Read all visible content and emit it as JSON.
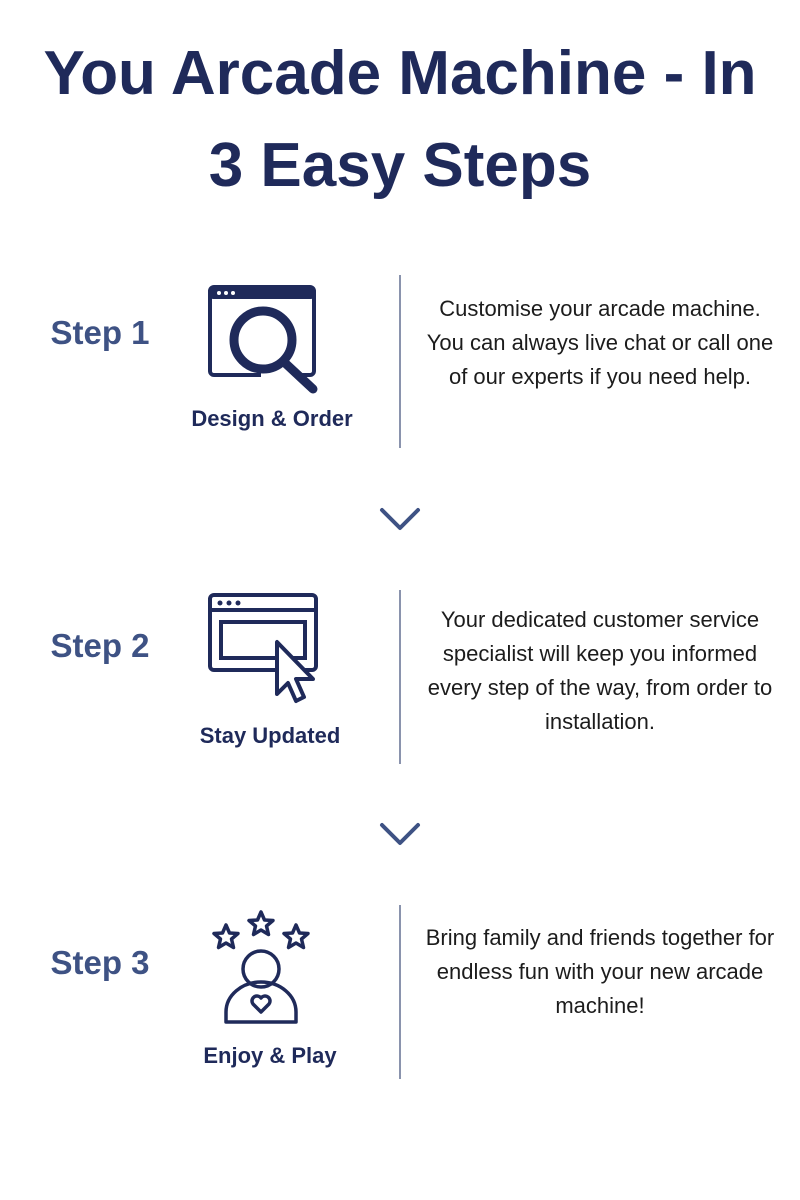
{
  "title": {
    "line1": "You Arcade Machine - In",
    "line2": "3 Easy Steps"
  },
  "colors": {
    "navy": "#1f2a5a",
    "step_blue": "#3e5284",
    "divider": "#8a93ad",
    "body_text": "#1c1c1c"
  },
  "steps": [
    {
      "label": "Step 1",
      "icon": "browser-search-icon",
      "caption": "Design & Order",
      "description": "Customise your arcade machine. You can always live chat or call one of our experts if you need help."
    },
    {
      "label": "Step 2",
      "icon": "browser-cursor-icon",
      "caption": "Stay Updated",
      "description": "Your dedicated customer service specialist will keep you informed every step of the way, from order to installation."
    },
    {
      "label": "Step 3",
      "icon": "user-stars-heart-icon",
      "caption": "Enjoy & Play",
      "description": "Bring family and friends together for endless fun with your new arcade machine!"
    }
  ],
  "arrows": [
    "chevron-down-icon",
    "chevron-down-icon"
  ]
}
